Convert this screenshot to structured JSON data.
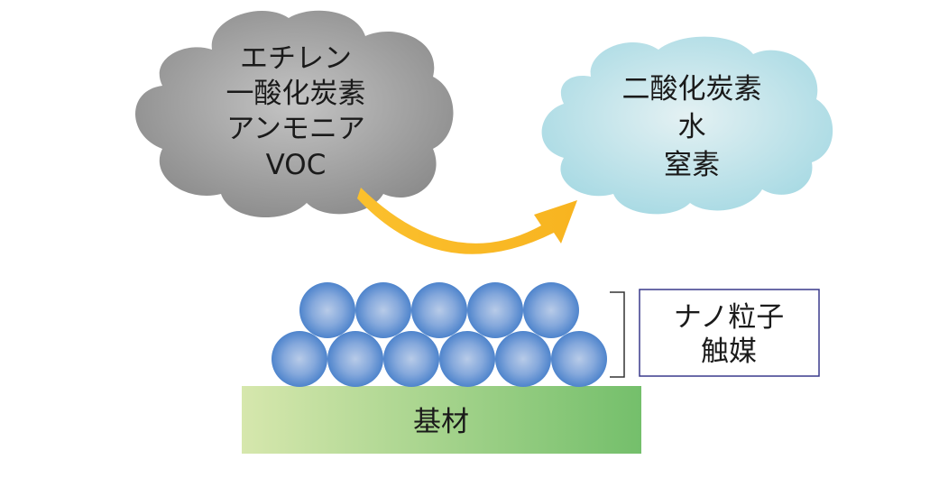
{
  "input_gases": [
    "エチレン",
    "一酸化炭素",
    "アンモニア",
    "VOC"
  ],
  "output_products": [
    "二酸化炭素",
    "水",
    "窒素"
  ],
  "catalyst_label": [
    "ナノ粒子",
    "触媒"
  ],
  "substrate_label": "基材",
  "colors": {
    "input_cloud": "#8f8f8f",
    "output_cloud": "#a8dbe3",
    "arrow": "#f8b820",
    "particle": "#5a8fd0",
    "substrate_light": "#d8e8b0",
    "substrate_dark": "#76c06c",
    "label_border": "#2c2c8c"
  },
  "particle_layers": {
    "top_row": 5,
    "bottom_row": 6
  }
}
